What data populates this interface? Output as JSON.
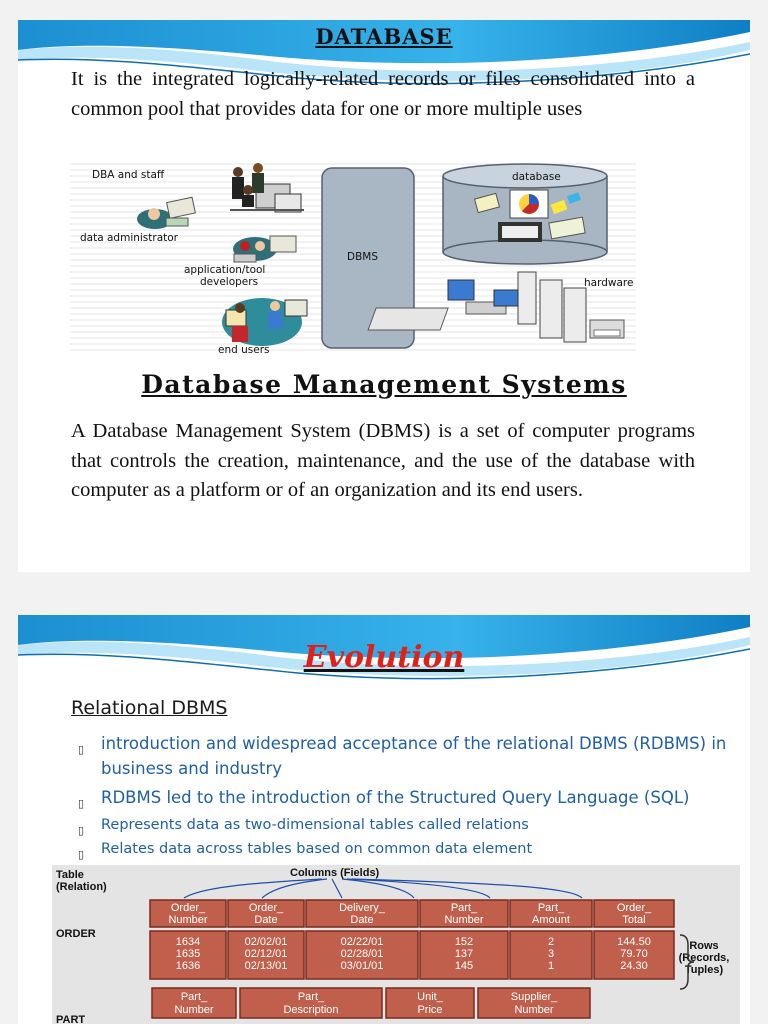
{
  "slide1": {
    "title": "DATABASE",
    "intro": "It is the integrated logically-related records or files consolidated into a common pool that provides data for one or more multiple uses",
    "diagram": {
      "dba_label": "DBA and staff",
      "admin_label": "data administrator",
      "appdev_label_1": "application/tool",
      "appdev_label_2": "developers",
      "end_users_label": "end users",
      "dbms_label": "DBMS",
      "database_label": "database",
      "hardware_label": "hardware"
    },
    "heading": "Database Management Systems",
    "definition": "A Database Management System (DBMS) is a set of computer programs that controls the creation, maintenance, and the use of the database with computer as a platform or of an organization and its end users."
  },
  "slide2": {
    "title": "Evolution",
    "subtitle": "Relational DBMS",
    "bullets": [
      "introduction and widespread acceptance of the relational DBMS (RDBMS) in business and industry",
      "RDBMS led to the introduction of the Structured Query Language (SQL)",
      "Represents data as two-dimensional tables called relations",
      "Relates data across tables based on common data element"
    ],
    "figure": {
      "table_label_1": "Table",
      "table_label_2": "(Relation)",
      "columns_label": "Columns (Fields)",
      "order_label": "ORDER",
      "part_label": "PART",
      "rows_label_1": "Rows",
      "rows_label_2": "(Records,",
      "rows_label_3": "Tuples)",
      "order_headers": [
        [
          "Order_",
          "Number"
        ],
        [
          "Order_",
          "Date"
        ],
        [
          "Delivery_",
          "Date"
        ],
        [
          "Part_",
          "Number"
        ],
        [
          "Part_",
          "Amount"
        ],
        [
          "Order_",
          "Total"
        ]
      ],
      "order_rows": [
        [
          "1634",
          "02/02/01",
          "02/22/01",
          "152",
          "2",
          "144.50"
        ],
        [
          "1635",
          "02/12/01",
          "02/28/01",
          "137",
          "3",
          "79.70"
        ],
        [
          "1636",
          "02/13/01",
          "03/01/01",
          "145",
          "1",
          "24.30"
        ]
      ],
      "part_headers": [
        [
          "Part_",
          "Number"
        ],
        [
          "Part_",
          "Description"
        ],
        [
          "Unit_",
          "Price"
        ],
        [
          "Supplier_",
          "Number"
        ]
      ]
    }
  }
}
